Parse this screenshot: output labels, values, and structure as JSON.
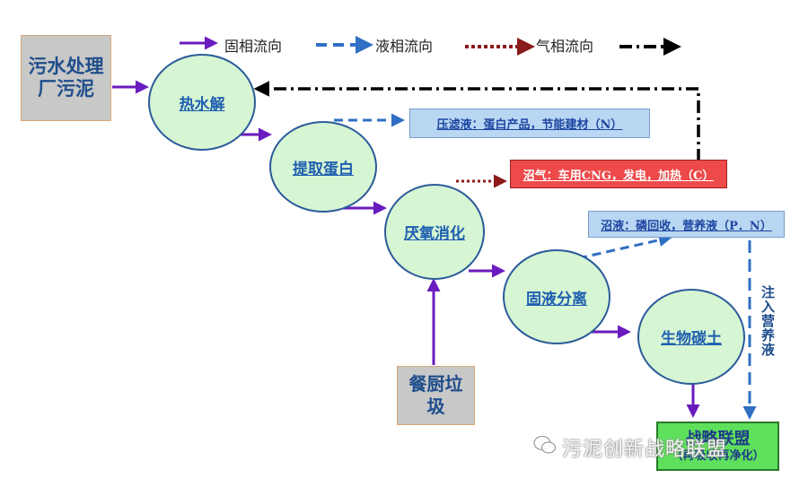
{
  "legend": {
    "solid": "固相流向",
    "liquid": "液相流向",
    "gas": "气相流向"
  },
  "sources": {
    "sludge": "污水处理厂污泥",
    "food_waste": "餐厨垃圾"
  },
  "nodes": {
    "hydrolysis": "热水解",
    "protein": "提取蛋白",
    "anaerobic": "厌氧消化",
    "separation": "固液分离",
    "bio_soil": "生物碳土"
  },
  "products": {
    "filtrate": "压滤液：蛋白产品，节能建材（N）",
    "biogas": "沼气：车用CNG，发电，加热（C）",
    "digestate": "沼液：磷回收，营养液（P．N）"
  },
  "inject_label": "注入营养液",
  "final": {
    "line1": "战略联盟",
    "line2": "（再吸收再净化）"
  },
  "watermark": "污泥创新战略联盟",
  "colors": {
    "solid": "#6a1bbf",
    "liquid": "#2f6fc4",
    "gas": "#8b1a1a",
    "gas_return": "#000000",
    "node_fill": "#d6f5d3",
    "node_border": "#2b5b9a"
  }
}
